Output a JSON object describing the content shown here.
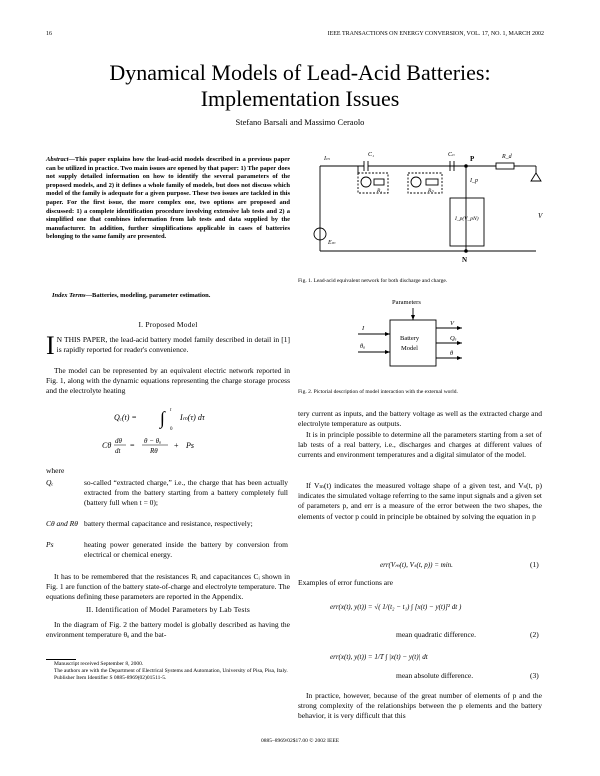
{
  "header": {
    "page_number": "16",
    "journal": "IEEE TRANSACTIONS ON ENERGY CONVERSION, VOL. 17, NO. 1, MARCH 2002"
  },
  "title": {
    "line1": "Dynamical Models of Lead-Acid Batteries:",
    "line2": "Implementation Issues"
  },
  "authors": "Stefano Barsali and Massimo Ceraolo",
  "abstract": {
    "label": "Abstract",
    "text": "—This paper explains how the lead-acid models described in a previous paper can be utilized in practice. Two main issues are opened by that paper: 1) The paper does not supply detailed information on how to identify the several parameters of the proposed models, and 2) it defines a whole family of models, but does not discuss which model of the family is adequate for a given purpose. These two issues are tackled in this paper. For the first issue, the more complex one, two options are proposed and discussed: 1) a complete identification procedure involving extensive lab tests and 2) a simplified one that combines information from lab tests and data supplied by the manufacturer. In addition, further simplifications applicable in cases of batteries belonging to the same family are presented."
  },
  "index_terms": {
    "label": "Index Terms",
    "text": "—Batteries, modeling, parameter estimation."
  },
  "section1": {
    "heading": "I. Proposed Model",
    "dropcap": "I",
    "p1": "N THIS PAPER, the lead-acid battery model family described in detail in [1] is rapidly reported for reader's convenience.",
    "ref": "[1]",
    "p2": "The model can be represented by an equivalent electric network reported in Fig. 1, along with the dynamic equations representing the charge storage process and the electrolyte heating",
    "where": "where",
    "defs": [
      {
        "term": "Qₑ",
        "text": "so-called “extracted charge,” i.e., the charge that has been actually extracted from the battery starting from a battery completely full (battery full when t = 0);"
      },
      {
        "term": "Cθ and Rθ",
        "text": "battery thermal capacitance and resistance, respectively;"
      },
      {
        "term": "Ps",
        "text": "heating power generated inside the battery by conversion from electrical or chemical energy."
      }
    ],
    "p3": "It has to be remembered that the resistances Rᵢ and capacitances Cᵢ shown in Fig. 1 are function of the battery state-of-charge and electrolyte temperature. The equations defining these parameters are reported in the Appendix."
  },
  "section2": {
    "heading": "II. Identification of Model Parameters by Lab Tests",
    "p1": "In the diagram of Fig. 2 the battery model is globally described as having the environment temperature θₐ and the bat-"
  },
  "right_col": {
    "p1": "tery current as inputs, and the battery voltage as well as the extracted charge and electrolyte temperature as outputs.",
    "p2": "It is in principle possible to determine all the parameters starting from a set of lab tests of a real battery, i.e., discharges and charges at different values of currents and environment temperatures and a digital simulator of the model.",
    "p3": "If Vₘ(t) indicates the measured voltage shape of a given test, and Vₛ(t, p) indicates the simulated voltage referring to the same input signals and a given set of parameters p, and err is a measure of the error between the two shapes, the elements of vector p could in principle be obtained by solving the equation in p",
    "eq1": "err(Vₘ(t), Vₛ(t, p)) = min.",
    "eq1_num": "(1)",
    "examples": "Examples of error functions are",
    "eq2": "err(x(t), y(t)) = √( 1/(t₂ − t₁) ∫ [x(t) − y(t)]² dt )",
    "eq2_label": "mean quadratic difference.",
    "eq2_num": "(2)",
    "eq3": "err(x(t), y(t)) = 1/T ∫ |x(t) − y(t)| dt",
    "eq3_label": "mean absolute difference.",
    "eq3_num": "(3)",
    "p4": "In practice, however, because of the great number of elements of p and the strong complexity of the relationships between the p elements and the battery behavior, it is very difficult that this"
  },
  "fig1": {
    "caption": "Fig. 1.    Lead-acid equivalent network for both discharge and charge.",
    "labels": {
      "Im": "Iₘ",
      "C1": "C₁",
      "Cn": "Cₙ",
      "R1": "R₁",
      "Rn": "Rₙ",
      "Rd": "R_d",
      "P": "P",
      "Ip": "I_p",
      "Ip_box": "I_p(V_pN)",
      "Em": "Eₘ",
      "V": "V",
      "N": "N",
      "I": "I"
    }
  },
  "fig2": {
    "caption": "Fig. 2.    Pictorial description of model interaction with the external world.",
    "params": "Parameters",
    "box1": "Battery",
    "box2": "Model",
    "in1": "I",
    "in2": "θₐ",
    "out1": "V",
    "out2": "Qₑ",
    "out3": "θ"
  },
  "footnotes": {
    "f1": "Manuscript received September 8, 2000.",
    "f2": "The authors are with the Department of Electrical Systems and Automation, University of Pisa, Pisa, Italy.",
    "f3": "Publisher Item Identifier S 0885-8969(02)01511-5."
  },
  "footer": "0885–8969/02$17.00 © 2002 IEEE"
}
